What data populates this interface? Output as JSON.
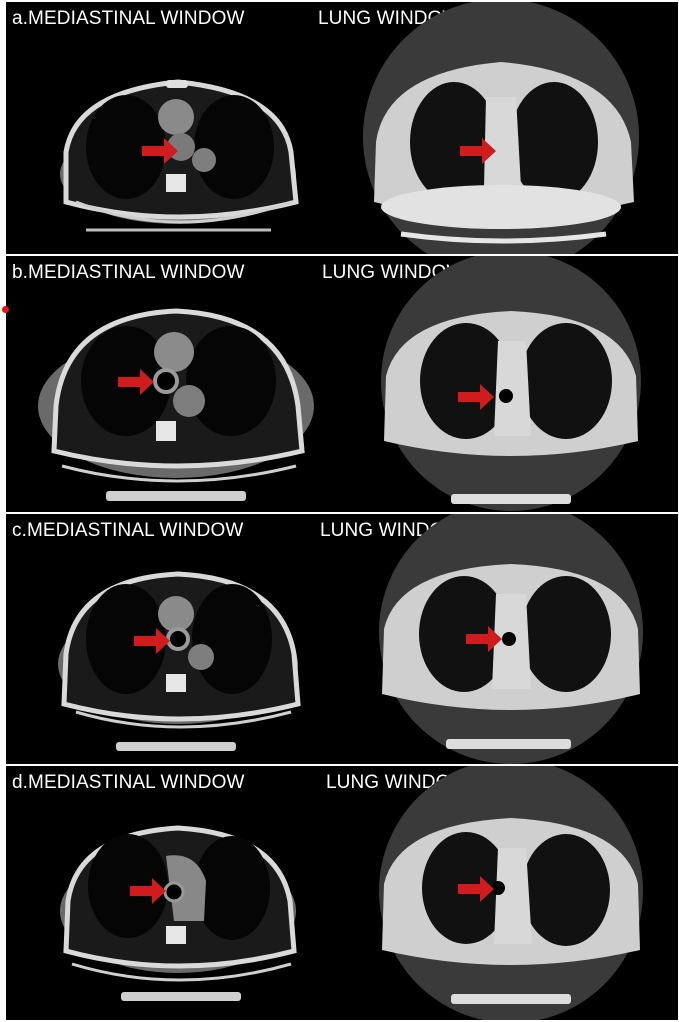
{
  "panels": [
    {
      "id": "a",
      "mediastinal_label": "a.MEDIASTINAL WINDOW",
      "lung_label": "LUNG WINDOW"
    },
    {
      "id": "b",
      "mediastinal_label": "b.MEDIASTINAL WINDOW",
      "lung_label": "LUNG WINDOW"
    },
    {
      "id": "c",
      "mediastinal_label": "c.MEDIASTINAL WINDOW",
      "lung_label": "LUNG WINDOW"
    },
    {
      "id": "d",
      "mediastinal_label": "d.MEDIASTINAL WINDOW",
      "lung_label": "LUNG WINDOW"
    }
  ],
  "colors": {
    "background": "#000000",
    "arrow": "#d01c1c",
    "label_text": "#ffffff"
  },
  "icons": [
    "red-arrow-icon"
  ]
}
